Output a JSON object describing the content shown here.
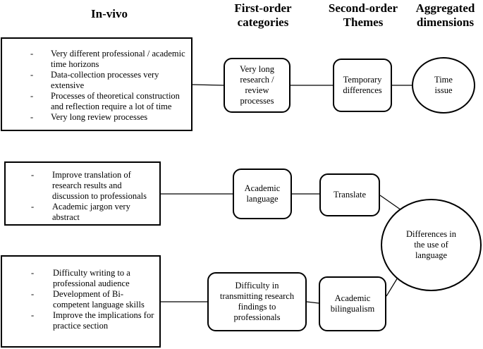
{
  "headers": {
    "invivo": "In-vivo",
    "first_order": "First-order categories",
    "second_order": "Second-order Themes",
    "aggregated": "Aggregated dimensions"
  },
  "groups": [
    {
      "invivo_items": [
        "Very different professional / academic time horizons",
        "Data-collection processes very extensive",
        "Processes of theoretical construction and reflection require a lot of time",
        "Very long review processes"
      ],
      "first_order": "Very long research / review processes",
      "second_order": "Temporary differences",
      "aggregated": "Time issue"
    },
    {
      "invivo_items": [
        "Improve translation of research results and discussion to professionals",
        "Academic jargon very abstract"
      ],
      "first_order": "Academic language",
      "second_order": "Translate"
    },
    {
      "invivo_items": [
        "Difficulty writing to a professional audience",
        "Development of Bi-competent language skills",
        "Improve the implications for practice section"
      ],
      "first_order": "Difficulty in transmitting research findings to professionals",
      "second_order": "Academic bilingualism"
    }
  ],
  "shared_aggregated": "Differences in the use of language"
}
